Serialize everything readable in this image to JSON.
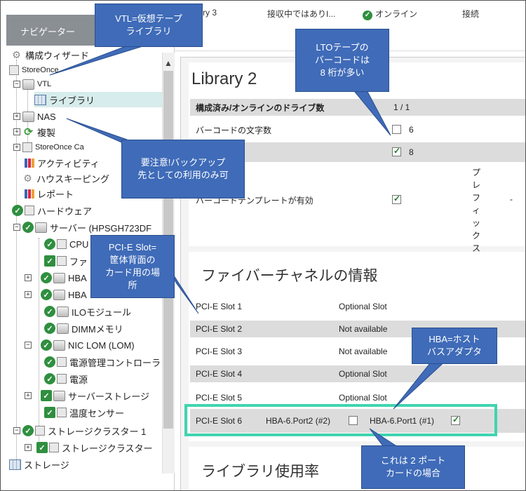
{
  "top_strip": {
    "left": "ibrary 3",
    "mid": "接収中ではありI...",
    "status": "オンライン",
    "state": "接続"
  },
  "sidebar": {
    "header": "ナビゲーター",
    "items": [
      {
        "label": "構成ウィザード"
      },
      {
        "label": "StoreOnce"
      },
      {
        "label": "VTL"
      },
      {
        "label": "ライブラリ"
      },
      {
        "label": "NAS"
      },
      {
        "label": "複製"
      },
      {
        "label": "StoreOnce Ca"
      },
      {
        "label": "アクティビティ"
      },
      {
        "label": "ハウスキーピング"
      },
      {
        "label": "レポート"
      },
      {
        "label": "ハードウェア"
      },
      {
        "label": "サーバー (HPSGH723DF"
      },
      {
        "label": "CPU"
      },
      {
        "label": "ファ"
      },
      {
        "label": "HBA"
      },
      {
        "label": "HBA"
      },
      {
        "label": "ILOモジュール"
      },
      {
        "label": "DIMMメモリ"
      },
      {
        "label": "NIC LOM (LOM)"
      },
      {
        "label": "電源管理コントローラ"
      },
      {
        "label": "電源"
      },
      {
        "label": "サーバーストレージ"
      },
      {
        "label": "温度センサー"
      },
      {
        "label": "ストレージクラスター 1"
      },
      {
        "label": "ストレージクラスター"
      },
      {
        "label": "ストレージ"
      }
    ]
  },
  "library": {
    "title": "Library 2",
    "drive_label": "構成済み/オンラインのドライブ数",
    "drive_value": "1 / 1",
    "barcode_label": "バーコードの文字数",
    "barcode_opt1": "6",
    "barcode_opt2": "8",
    "template_label": "バーコードテンプレートが有効",
    "prefix_label": "プレフィックス",
    "prefix_value": "-"
  },
  "fc": {
    "title": "ファイバーチャネルの情報",
    "slots": [
      {
        "name": "PCI-E Slot 1",
        "value": "Optional Slot"
      },
      {
        "name": "PCI-E Slot 2",
        "value": "Not available"
      },
      {
        "name": "PCI-E Slot 3",
        "value": "Not available"
      },
      {
        "name": "PCI-E Slot 4",
        "value": "Optional Slot"
      },
      {
        "name": "PCI-E Slot 5",
        "value": "Optional Slot"
      }
    ],
    "slot6": {
      "name": "PCI-E Slot 6",
      "port2": "HBA-6.Port2 (#2)",
      "port1": "HBA-6.Port1 (#1)"
    }
  },
  "usage": {
    "title": "ライブラリ使用率"
  },
  "callouts": {
    "vtl": "VTL=仮想テープ\nライブラリ",
    "lto": "LTOテープの\nバーコードは\n8 桁が多い",
    "nas": "要注意!バックアップ\n先としての利用のみ可",
    "pcie": "PCI-E Slot=\n筐体背面の\nカード用の場\n所",
    "hba": "HBA=ホスト\nバスアダプタ",
    "ports": "これは 2 ポート\nカードの場合"
  }
}
